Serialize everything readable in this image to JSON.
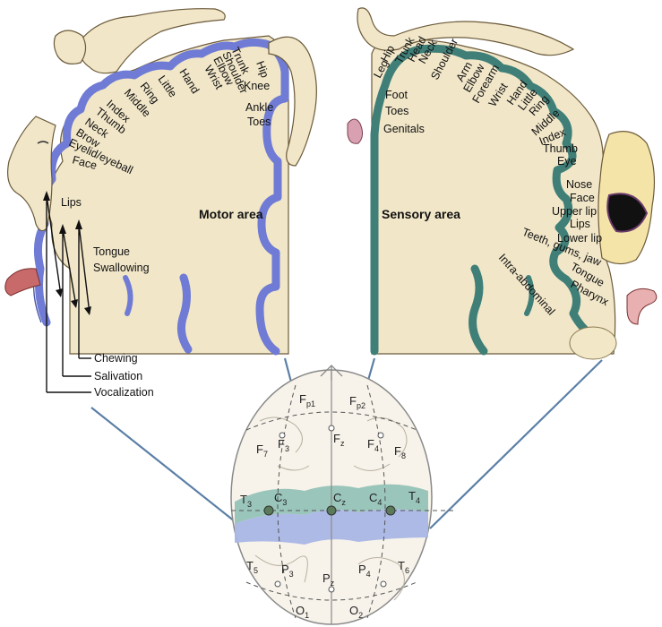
{
  "motor": {
    "title": "Motor area",
    "body_parts": [
      "Hip",
      "Trunk",
      "Shoulder",
      "Elbow",
      "Wrist",
      "Hand",
      "Little",
      "Ring",
      "Middle",
      "Index",
      "Thumb",
      "Neck",
      "Brow",
      "Eyelid/eyeball",
      "Face",
      "Lips",
      "Knee",
      "Ankle",
      "Toes",
      "Tongue",
      "Swallowing"
    ],
    "functions": [
      "Chewing",
      "Salivation",
      "Vocalization"
    ],
    "color": "#6f7bd4"
  },
  "sensory": {
    "title": "Sensory area",
    "body_parts": [
      "Hip",
      "Trunk",
      "Head",
      "Neck",
      "Shoulder",
      "Arm",
      "Elbow",
      "Forearm",
      "Wrist",
      "Hand",
      "Little",
      "Ring",
      "Middle",
      "Index",
      "Thumb",
      "Eye",
      "Leg",
      "Foot",
      "Toes",
      "Genitals",
      "Nose",
      "Face",
      "Upper lip",
      "Lips",
      "Lower lip",
      "Teeth, gums, jaw",
      "Tongue",
      "Pharynx",
      "Intra-abdominal"
    ],
    "color": "#3f7f78"
  },
  "electrodes": {
    "top": [
      {
        "main": "F",
        "sub": "p1"
      },
      {
        "main": "F",
        "sub": "p2"
      },
      {
        "main": "F",
        "sub": "7"
      },
      {
        "main": "F",
        "sub": "3"
      },
      {
        "main": "F",
        "sub": "z"
      },
      {
        "main": "F",
        "sub": "4"
      },
      {
        "main": "F",
        "sub": "8"
      }
    ],
    "middle": [
      {
        "main": "T",
        "sub": "3"
      },
      {
        "main": "C",
        "sub": "3"
      },
      {
        "main": "C",
        "sub": "z"
      },
      {
        "main": "C",
        "sub": "4"
      },
      {
        "main": "T",
        "sub": "4"
      }
    ],
    "bottom": [
      {
        "main": "T",
        "sub": "5"
      },
      {
        "main": "P",
        "sub": "3"
      },
      {
        "main": "P",
        "sub": "z"
      },
      {
        "main": "P",
        "sub": "4"
      },
      {
        "main": "T",
        "sub": "6"
      },
      {
        "main": "O",
        "sub": "1"
      },
      {
        "main": "O",
        "sub": "2"
      }
    ]
  },
  "colors": {
    "tissue": "#f1e6c8",
    "motor_band": "#6f7bd4",
    "sensory_band": "#3f7f78",
    "brain_motor_strip": "#a9b6e6",
    "brain_sensory_strip": "#8fc0b5",
    "connector": "#5b7fa6"
  }
}
